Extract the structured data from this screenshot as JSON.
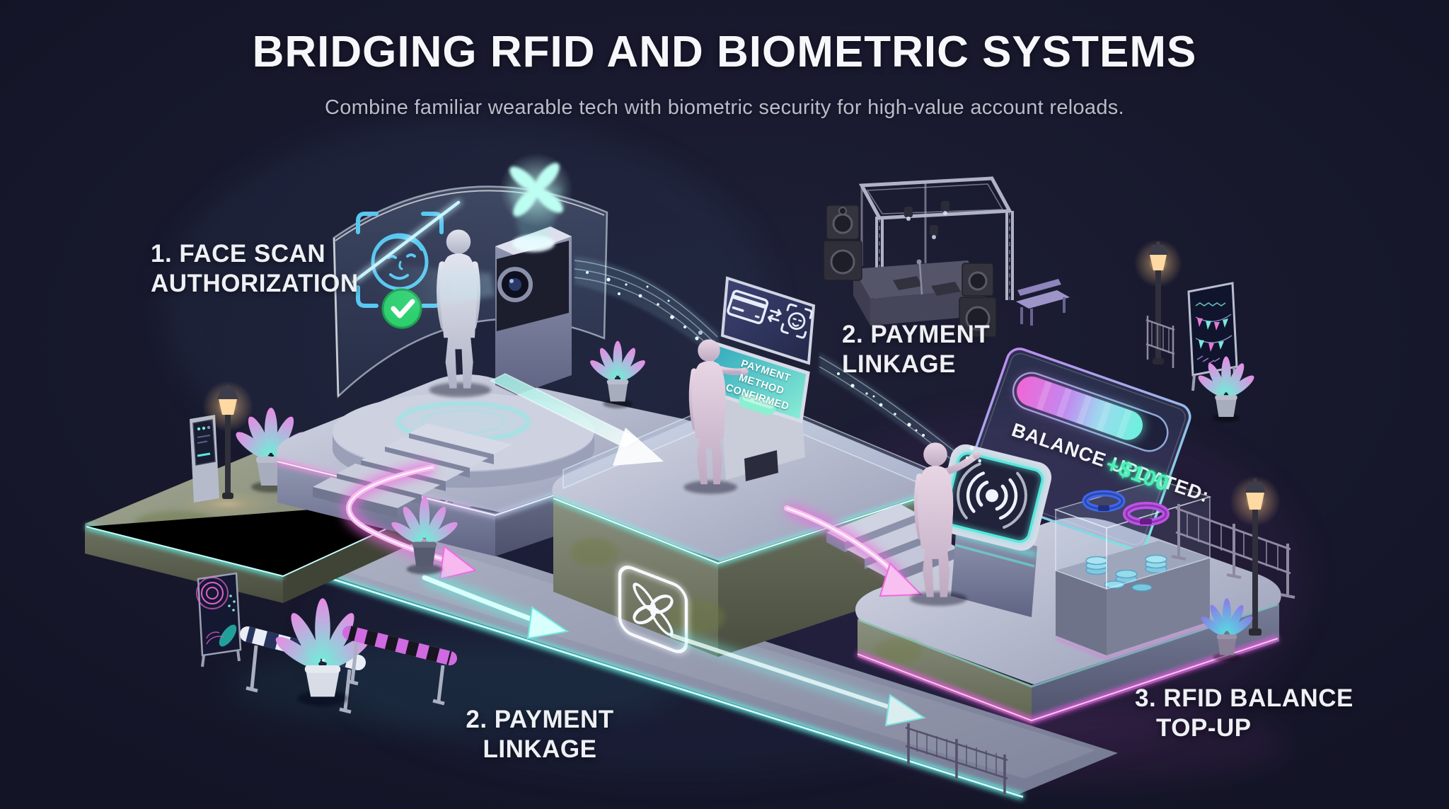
{
  "header": {
    "title": "BRIDGING RFID AND BIOMETRIC SYSTEMS",
    "subtitle": "Combine familiar wearable tech with biometric security for high-value account reloads."
  },
  "steps": {
    "step1": {
      "line1": "1. FACE SCAN",
      "line2": "AUTHORIZATION"
    },
    "step2_top": {
      "line1": "2. PAYMENT",
      "line2": "LINKAGE"
    },
    "step2_bottom": {
      "line1": "2. PAYMENT",
      "line2": "LINKAGE"
    },
    "step3": {
      "line1": "3. RFID BALANCE",
      "line2": "TOP-UP"
    }
  },
  "kiosk_screen": {
    "line1": "PAYMENT METHOD",
    "line2": "CONFIRMED"
  },
  "balance_panel": {
    "label": "BALANCE UPDATED:",
    "amount": "+$100"
  },
  "icons": {
    "face-scan-icon": "face outline inside scan brackets with diagonal scan line",
    "check-icon": "green circle with white checkmark",
    "hologram-flower-icon": "glowing cyan four-petal hologram above projector",
    "brand-flower-icon": "white neon four-petal logo in rounded square",
    "card-icon": "credit card outline",
    "transfer-arrows-icon": "left-right transfer arrows",
    "face-id-icon": "small face in corner brackets",
    "rfid-wave-icon": "contactless dot with concentric arcs",
    "progress-bar": "pink-to-cyan gradient balance bar"
  },
  "colors": {
    "background": "#191a2f",
    "neon_cyan": "#6ff2e6",
    "neon_pink": "#f07ce8",
    "neon_purple": "#b57bf0",
    "check_green": "#2ecf6e",
    "amount_green": "#4df0b8",
    "lamp_warm": "#ffd9a2"
  }
}
